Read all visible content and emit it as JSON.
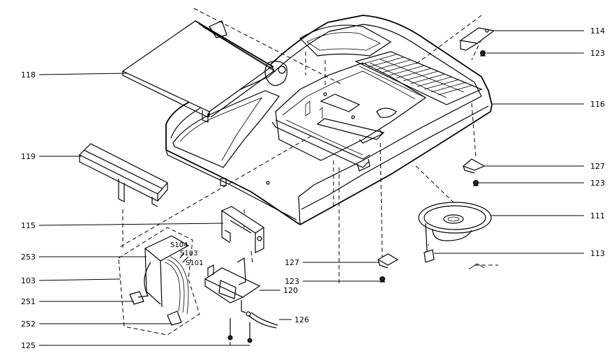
{
  "callouts": {
    "c114": "114",
    "c123a": "123",
    "c118": "118",
    "c116": "116",
    "c119": "119",
    "c127a": "127",
    "c123b": "123",
    "c111": "111",
    "c115": "115",
    "c253": "253",
    "c103": "103",
    "c127b": "127",
    "c113": "113",
    "c123c": "123",
    "c120": "120",
    "c251": "251",
    "c126": "126",
    "c252": "252",
    "c125": "125"
  },
  "switches": {
    "s104": "S104",
    "s103": "S103",
    "s101": "S101"
  }
}
